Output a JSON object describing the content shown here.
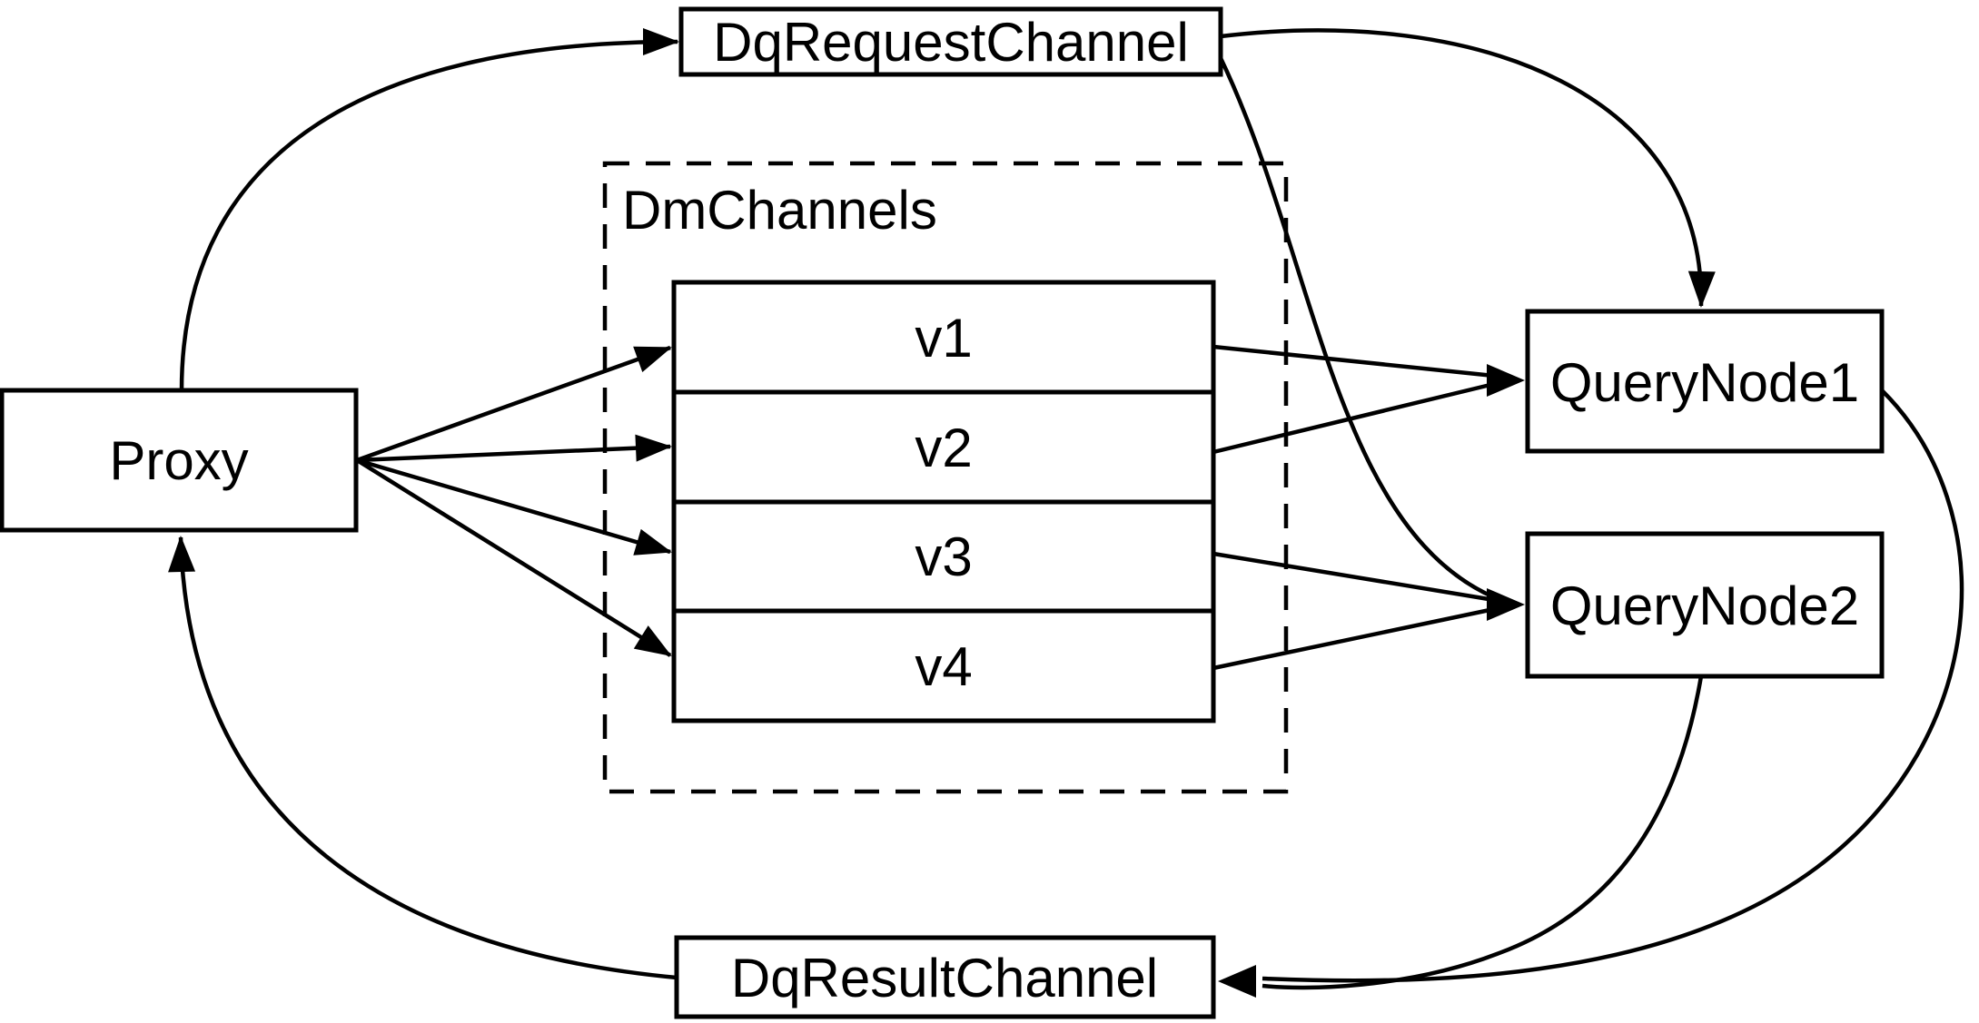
{
  "diagram": {
    "colors": {
      "background": "#ffffff",
      "stroke": "#000000",
      "node_fill": "#ffffff",
      "text": "#000000"
    },
    "nodes": {
      "proxy": {
        "label": "Proxy"
      },
      "dq_request_channel": {
        "label": "DqRequestChannel"
      },
      "dm_channels": {
        "label": "DmChannels"
      },
      "query_node_1": {
        "label": "QueryNode1"
      },
      "query_node_2": {
        "label": "QueryNode2"
      },
      "dq_result_channel": {
        "label": "DqResultChannel"
      }
    },
    "channels": [
      {
        "label": "v1"
      },
      {
        "label": "v2"
      },
      {
        "label": "v3"
      },
      {
        "label": "v4"
      }
    ],
    "edges": [
      {
        "from": "Proxy",
        "to": "DqRequestChannel"
      },
      {
        "from": "Proxy",
        "to": "v1"
      },
      {
        "from": "Proxy",
        "to": "v2"
      },
      {
        "from": "Proxy",
        "to": "v3"
      },
      {
        "from": "Proxy",
        "to": "v4"
      },
      {
        "from": "DqRequestChannel",
        "to": "QueryNode1"
      },
      {
        "from": "DqRequestChannel",
        "to": "QueryNode2"
      },
      {
        "from": "v1",
        "to": "QueryNode1"
      },
      {
        "from": "v2",
        "to": "QueryNode1"
      },
      {
        "from": "v3",
        "to": "QueryNode2"
      },
      {
        "from": "v4",
        "to": "QueryNode2"
      },
      {
        "from": "QueryNode1",
        "to": "DqResultChannel"
      },
      {
        "from": "QueryNode2",
        "to": "DqResultChannel"
      },
      {
        "from": "DqResultChannel",
        "to": "Proxy"
      }
    ]
  }
}
